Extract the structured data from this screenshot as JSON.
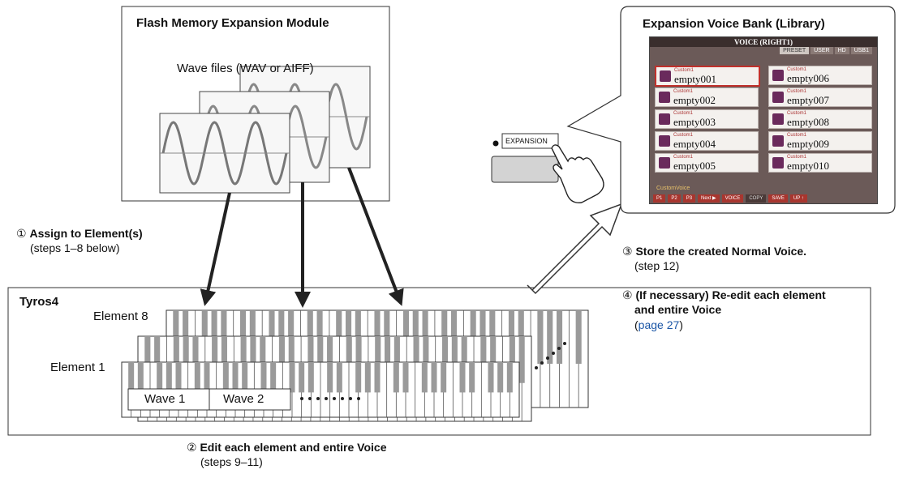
{
  "module": {
    "title": "Flash Memory Expansion Module",
    "wave_label": "Wave files (WAV or AIFF)"
  },
  "library": {
    "title": "Expansion Voice Bank (Library)",
    "screen_title": "VOICE (RIGHT1)",
    "tabs": [
      "PRESET",
      "USER",
      "HD",
      "USB1"
    ],
    "category": "Custom1",
    "slots_left": [
      "empty001",
      "empty002",
      "empty003",
      "empty004",
      "empty005"
    ],
    "slots_right": [
      "empty006",
      "empty007",
      "empty008",
      "empty009",
      "empty010"
    ],
    "folder_label": "CustomVoice",
    "page_buttons": [
      "P1",
      "P2",
      "P3",
      "Next ▶",
      "VOICE",
      "SAVE",
      "UP ↑"
    ],
    "copy_label": "COPY"
  },
  "expansion_button_label": "EXPANSION",
  "steps": {
    "s1_num": "①",
    "s1_title": "Assign to Element(s)",
    "s1_sub": "(steps 1–8 below)",
    "s2_num": "②",
    "s2_title": "Edit each element and entire Voice",
    "s2_sub": "(steps 9–11)",
    "s3_num": "③",
    "s3_title": "Store the created Normal Voice.",
    "s3_sub": "(step 12)",
    "s4_num": "④",
    "s4_title_line1": "(If necessary) Re-edit each element",
    "s4_title_line2": "and entire Voice",
    "s4_link": "page 27",
    "s4_open": "(",
    "s4_close": ")"
  },
  "tyros": {
    "title": "Tyros4",
    "element8": "Element 8",
    "element1": "Element 1",
    "wave1": "Wave 1",
    "wave2": "Wave 2"
  },
  "colors": {
    "link": "#1a55a6",
    "screen_bg": "#6b5a58",
    "selected": "#c0302b"
  }
}
